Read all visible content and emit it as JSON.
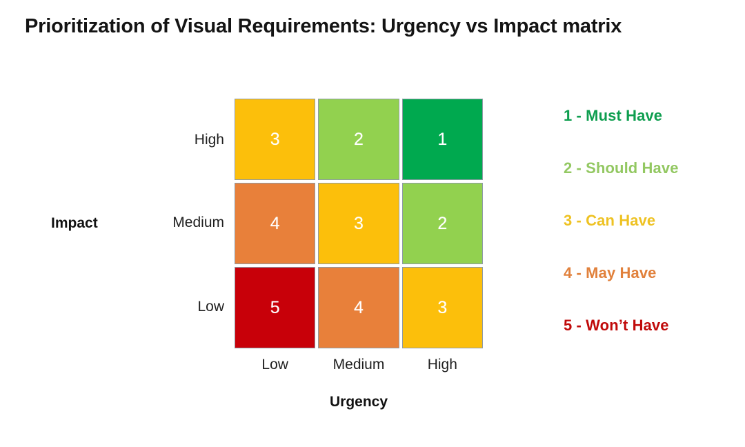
{
  "title": "Prioritization of Visual Requirements: Urgency vs Impact matrix",
  "axes": {
    "y_title": "Impact",
    "y_ticks": [
      "High",
      "Medium",
      "Low"
    ],
    "x_title": "Urgency",
    "x_ticks": [
      "Low",
      "Medium",
      "High"
    ]
  },
  "palette": {
    "dark_green": "#00A94F",
    "light_green": "#92D14F",
    "yellow": "#FCBF0B",
    "orange": "#E8803A",
    "red": "#C80009",
    "cell_border": "#8e9aa6",
    "text_dark": "#141414"
  },
  "chart_data": {
    "type": "heatmap",
    "title": "Prioritization of Visual Requirements: Urgency vs Impact matrix",
    "xlabel": "Urgency",
    "ylabel": "Impact",
    "x": [
      "Low",
      "Medium",
      "High"
    ],
    "y": [
      "High",
      "Medium",
      "Low"
    ],
    "values": [
      [
        3,
        2,
        1
      ],
      [
        4,
        3,
        2
      ],
      [
        5,
        4,
        3
      ]
    ],
    "cell_colors": [
      [
        "#FCBF0B",
        "#92D14F",
        "#00A94F"
      ],
      [
        "#E8803A",
        "#FCBF0B",
        "#92D14F"
      ],
      [
        "#C80009",
        "#E8803A",
        "#FCBF0B"
      ]
    ],
    "grid": false,
    "legend_position": "right"
  },
  "matrix": {
    "rows": [
      {
        "row_label": "High",
        "cells": [
          {
            "value": "3",
            "color": "#FCBF0B"
          },
          {
            "value": "2",
            "color": "#92D14F"
          },
          {
            "value": "1",
            "color": "#00A94F"
          }
        ]
      },
      {
        "row_label": "Medium",
        "cells": [
          {
            "value": "4",
            "color": "#E8803A"
          },
          {
            "value": "3",
            "color": "#FCBF0B"
          },
          {
            "value": "2",
            "color": "#92D14F"
          }
        ]
      },
      {
        "row_label": "Low",
        "cells": [
          {
            "value": "5",
            "color": "#C80009"
          },
          {
            "value": "4",
            "color": "#E8803A"
          },
          {
            "value": "3",
            "color": "#FCBF0B"
          }
        ]
      }
    ]
  },
  "legend": {
    "items": [
      {
        "label": "1 - Must Have",
        "color": "#0E9E4F"
      },
      {
        "label": "2 - Should Have",
        "color": "#93C862"
      },
      {
        "label": "3 - Can Have",
        "color": "#EEC223"
      },
      {
        "label": "4 - May Have",
        "color": "#E1813C"
      },
      {
        "label": "5 - Won’t Have",
        "color": "#C00A0A"
      }
    ]
  }
}
